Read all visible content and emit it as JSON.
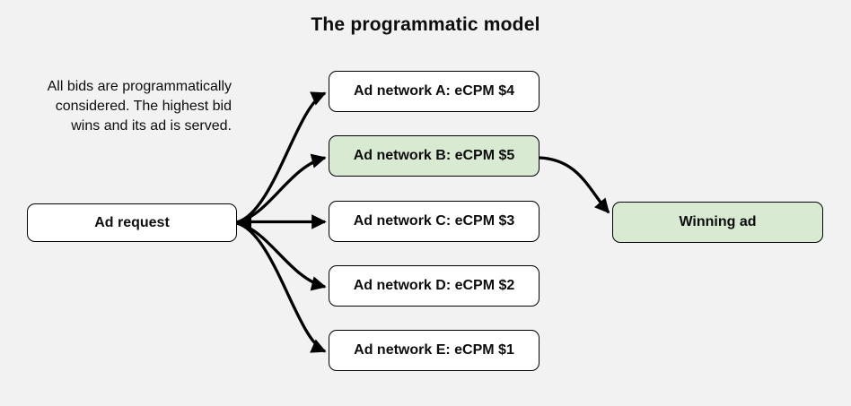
{
  "title": "The programmatic model",
  "caption": {
    "lines": [
      "All bids are programmatically",
      "considered. The highest bid",
      "wins and its ad is served."
    ]
  },
  "nodes": {
    "ad_request": {
      "label": "Ad request",
      "highlighted": false
    },
    "networks": [
      {
        "label": "Ad network A: eCPM $4",
        "highlighted": false
      },
      {
        "label": "Ad network B: eCPM $5",
        "highlighted": true
      },
      {
        "label": "Ad network C: eCPM $3",
        "highlighted": false
      },
      {
        "label": "Ad network D: eCPM $2",
        "highlighted": false
      },
      {
        "label": "Ad network E: eCPM $1",
        "highlighted": false
      }
    ],
    "winning_ad": {
      "label": "Winning ad",
      "highlighted": true
    }
  },
  "edges": [
    {
      "from": "ad_request",
      "to": "network_a"
    },
    {
      "from": "ad_request",
      "to": "network_b"
    },
    {
      "from": "ad_request",
      "to": "network_c"
    },
    {
      "from": "ad_request",
      "to": "network_d"
    },
    {
      "from": "ad_request",
      "to": "network_e"
    },
    {
      "from": "network_b",
      "to": "winning_ad"
    }
  ],
  "colors": {
    "background": "#f2f2f2",
    "box_fill": "#ffffff",
    "highlight_fill": "#d9ead3",
    "border": "#000000",
    "arrow": "#000000",
    "text": "#0d0d0d"
  }
}
